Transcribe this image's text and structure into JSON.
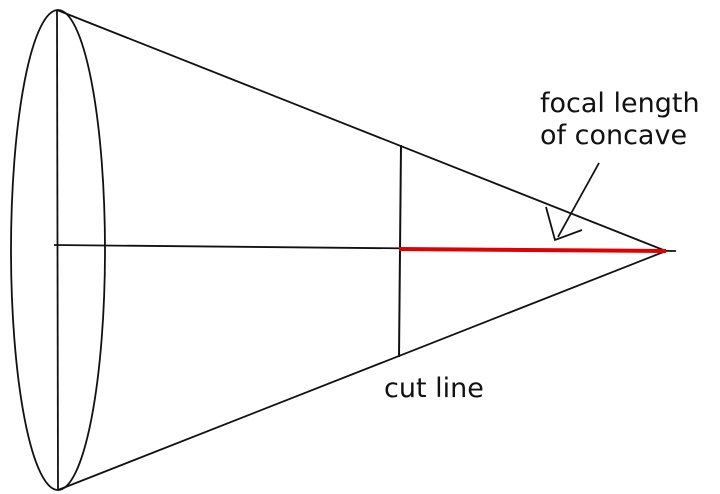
{
  "labels": {
    "focal_line1": "focal length",
    "focal_line2": "of concave",
    "cut": "cut line"
  },
  "colors": {
    "stroke": "#111111",
    "focal_length": "#e00000"
  }
}
